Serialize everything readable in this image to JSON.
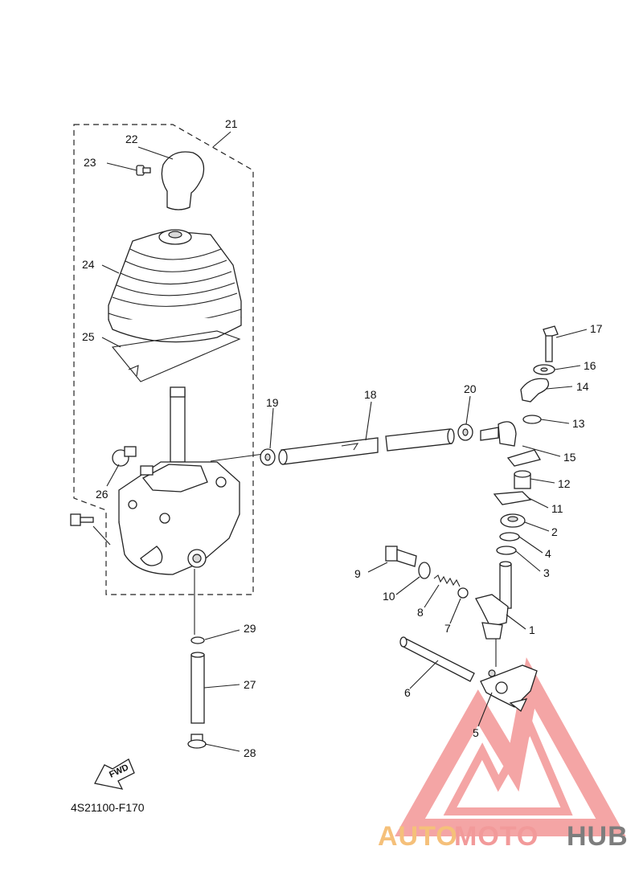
{
  "diagram": {
    "drawing_code": "4S21100-F170",
    "fwd_label": "FWD",
    "callouts": [
      {
        "id": "1",
        "label": "1"
      },
      {
        "id": "2",
        "label": "2"
      },
      {
        "id": "3",
        "label": "3"
      },
      {
        "id": "4",
        "label": "4"
      },
      {
        "id": "5",
        "label": "5"
      },
      {
        "id": "6",
        "label": "6"
      },
      {
        "id": "7",
        "label": "7"
      },
      {
        "id": "8",
        "label": "8"
      },
      {
        "id": "9",
        "label": "9"
      },
      {
        "id": "10",
        "label": "10"
      },
      {
        "id": "11",
        "label": "11"
      },
      {
        "id": "12",
        "label": "12"
      },
      {
        "id": "13",
        "label": "13"
      },
      {
        "id": "14",
        "label": "14"
      },
      {
        "id": "15",
        "label": "15"
      },
      {
        "id": "16",
        "label": "16"
      },
      {
        "id": "17",
        "label": "17"
      },
      {
        "id": "18",
        "label": "18"
      },
      {
        "id": "19",
        "label": "19"
      },
      {
        "id": "20",
        "label": "20"
      },
      {
        "id": "21",
        "label": "21"
      },
      {
        "id": "22",
        "label": "22"
      },
      {
        "id": "23",
        "label": "23"
      },
      {
        "id": "24",
        "label": "24"
      },
      {
        "id": "25",
        "label": "25"
      },
      {
        "id": "26",
        "label": "26"
      },
      {
        "id": "27",
        "label": "27"
      },
      {
        "id": "28",
        "label": "28"
      },
      {
        "id": "29",
        "label": "29"
      }
    ]
  },
  "watermark": {
    "part1": "AUTO",
    "part2": "MOTO",
    "part3": "HUB",
    "color1": "#f5c07a",
    "color2": "#f29a9a",
    "color3": "#7d7d7d",
    "triangle_color": "#f08080"
  }
}
